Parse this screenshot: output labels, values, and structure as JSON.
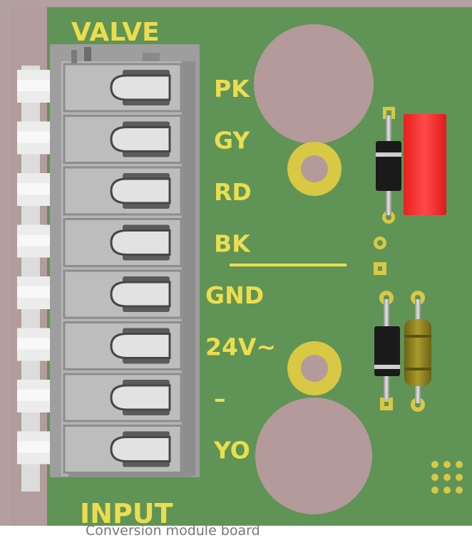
{
  "board": {
    "header_label": "VALVE",
    "footer_label": "INPUT",
    "pin_labels": [
      "PK",
      "GY",
      "RD",
      "BK",
      "GND",
      "24V~",
      "–",
      "YO"
    ]
  },
  "caption": "Conversion module board",
  "colors": {
    "pcb": "#5f9456",
    "silkscreen": "#ecdd4e",
    "pad": "#d8c844",
    "mounting_hole": "#b49a9a",
    "connector": "#a9a9a9",
    "diode_body": "#1a1a1a",
    "led": "#ff2d2d",
    "resistor": "#8a7d1e"
  }
}
